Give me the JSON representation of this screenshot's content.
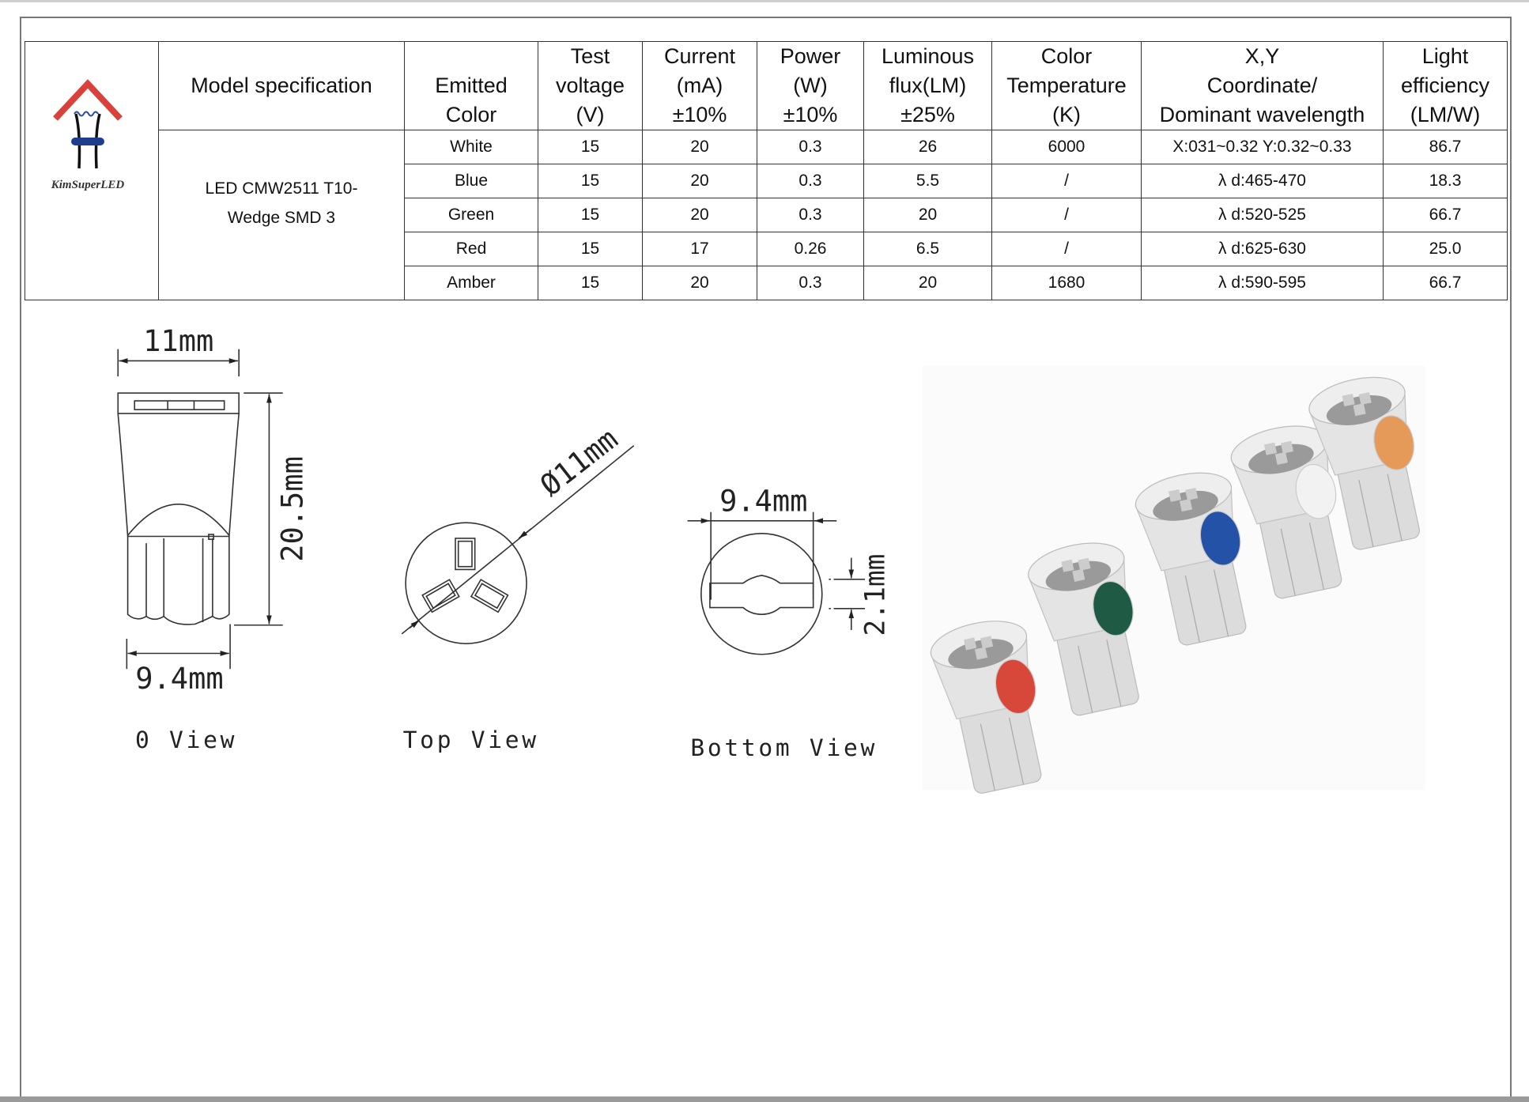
{
  "logo": {
    "brand": "KimSuperLED"
  },
  "table": {
    "headers": {
      "model": "Model specification",
      "color": [
        "Emitted",
        "Color"
      ],
      "voltage": [
        "Test",
        "voltage",
        "(V)"
      ],
      "current": [
        "Current",
        "(mA)",
        "±10%"
      ],
      "power": [
        "Power",
        "(W)",
        "±10%"
      ],
      "flux": [
        "Luminous",
        "flux(LM)",
        "±25%"
      ],
      "cct": [
        "Color",
        "Temperature",
        "(K)"
      ],
      "xy": [
        "X,Y",
        "Coordinate/",
        "Dominant wavelength"
      ],
      "efficiency": [
        "Light",
        "efficiency",
        "(LM/W)"
      ]
    },
    "model": [
      "LED CMW2511 T10-",
      "Wedge SMD 3"
    ],
    "rows": [
      {
        "color": "White",
        "voltage": "15",
        "current": "20",
        "power": "0.3",
        "flux": "26",
        "cct": "6000",
        "xy": "X:031~0.32 Y:0.32~0.33",
        "efficiency": "86.7"
      },
      {
        "color": "Blue",
        "voltage": "15",
        "current": "20",
        "power": "0.3",
        "flux": "5.5",
        "cct": "/",
        "xy": "λ d:465-470",
        "efficiency": "18.3"
      },
      {
        "color": "Green",
        "voltage": "15",
        "current": "20",
        "power": "0.3",
        "flux": "20",
        "cct": "/",
        "xy": "λ d:520-525",
        "efficiency": "66.7"
      },
      {
        "color": "Red",
        "voltage": "15",
        "current": "17",
        "power": "0.26",
        "flux": "6.5",
        "cct": "/",
        "xy": "λ d:625-630",
        "efficiency": "25.0"
      },
      {
        "color": "Amber",
        "voltage": "15",
        "current": "20",
        "power": "0.3",
        "flux": "20",
        "cct": "1680",
        "xy": "λ d:590-595",
        "efficiency": "66.7"
      }
    ]
  },
  "drawings": {
    "side": {
      "width": "11mm",
      "height": "20.5mm",
      "base": "9.4mm",
      "caption": "0 View"
    },
    "top": {
      "diameter": "Ø11mm",
      "caption": "Top View"
    },
    "bottom": {
      "width": "9.4mm",
      "slot": "2.1mm",
      "caption": "Bottom View"
    }
  },
  "photo": {
    "dot_colors": [
      "#d8483a",
      "#1f5a45",
      "#2452a6",
      "#f2f2f2",
      "#e59a5a"
    ]
  }
}
